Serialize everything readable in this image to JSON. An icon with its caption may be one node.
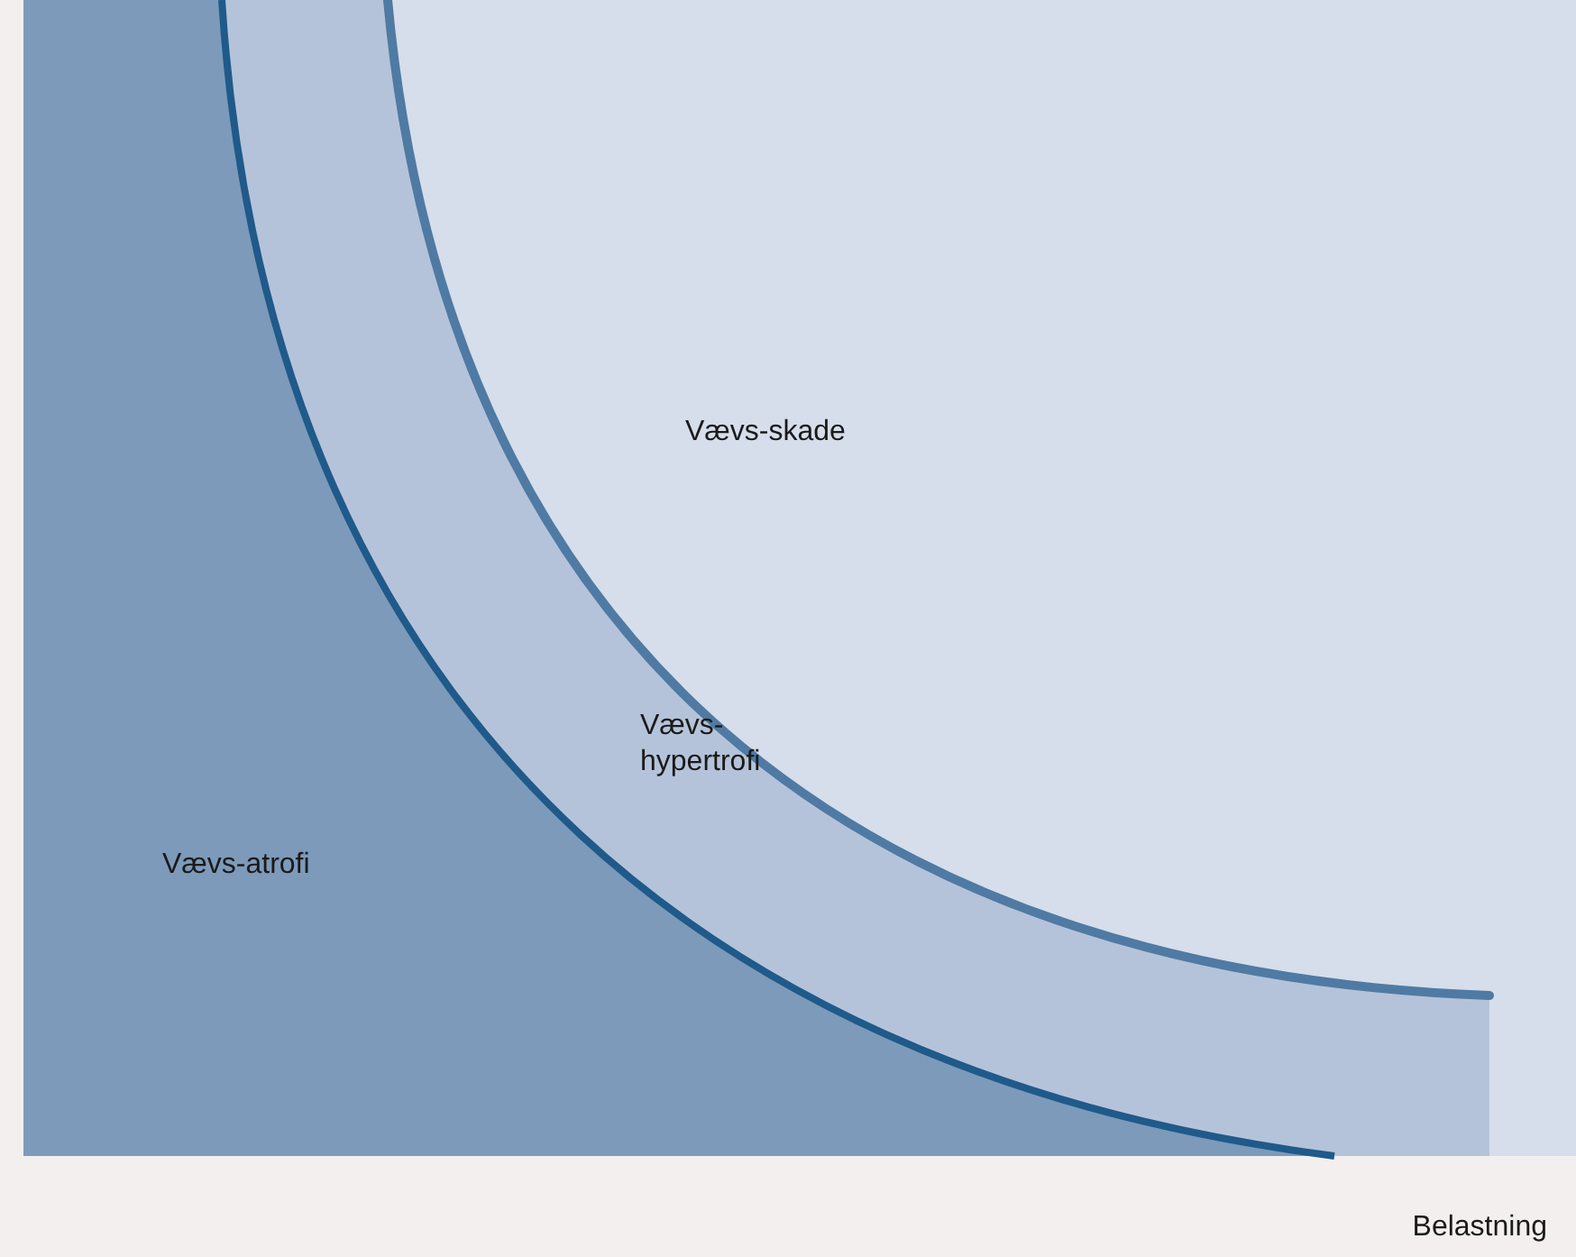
{
  "diagram": {
    "nodes": [
      {
        "text": [
          "Vævs-skade"
        ]
      },
      {
        "text": [
          "Vævs- hypertrofi"
        ]
      },
      {
        "text": [
          "Vævs-atrofi"
        ]
      }
    ],
    "labels": [
      "Belastning"
    ]
  }
}
